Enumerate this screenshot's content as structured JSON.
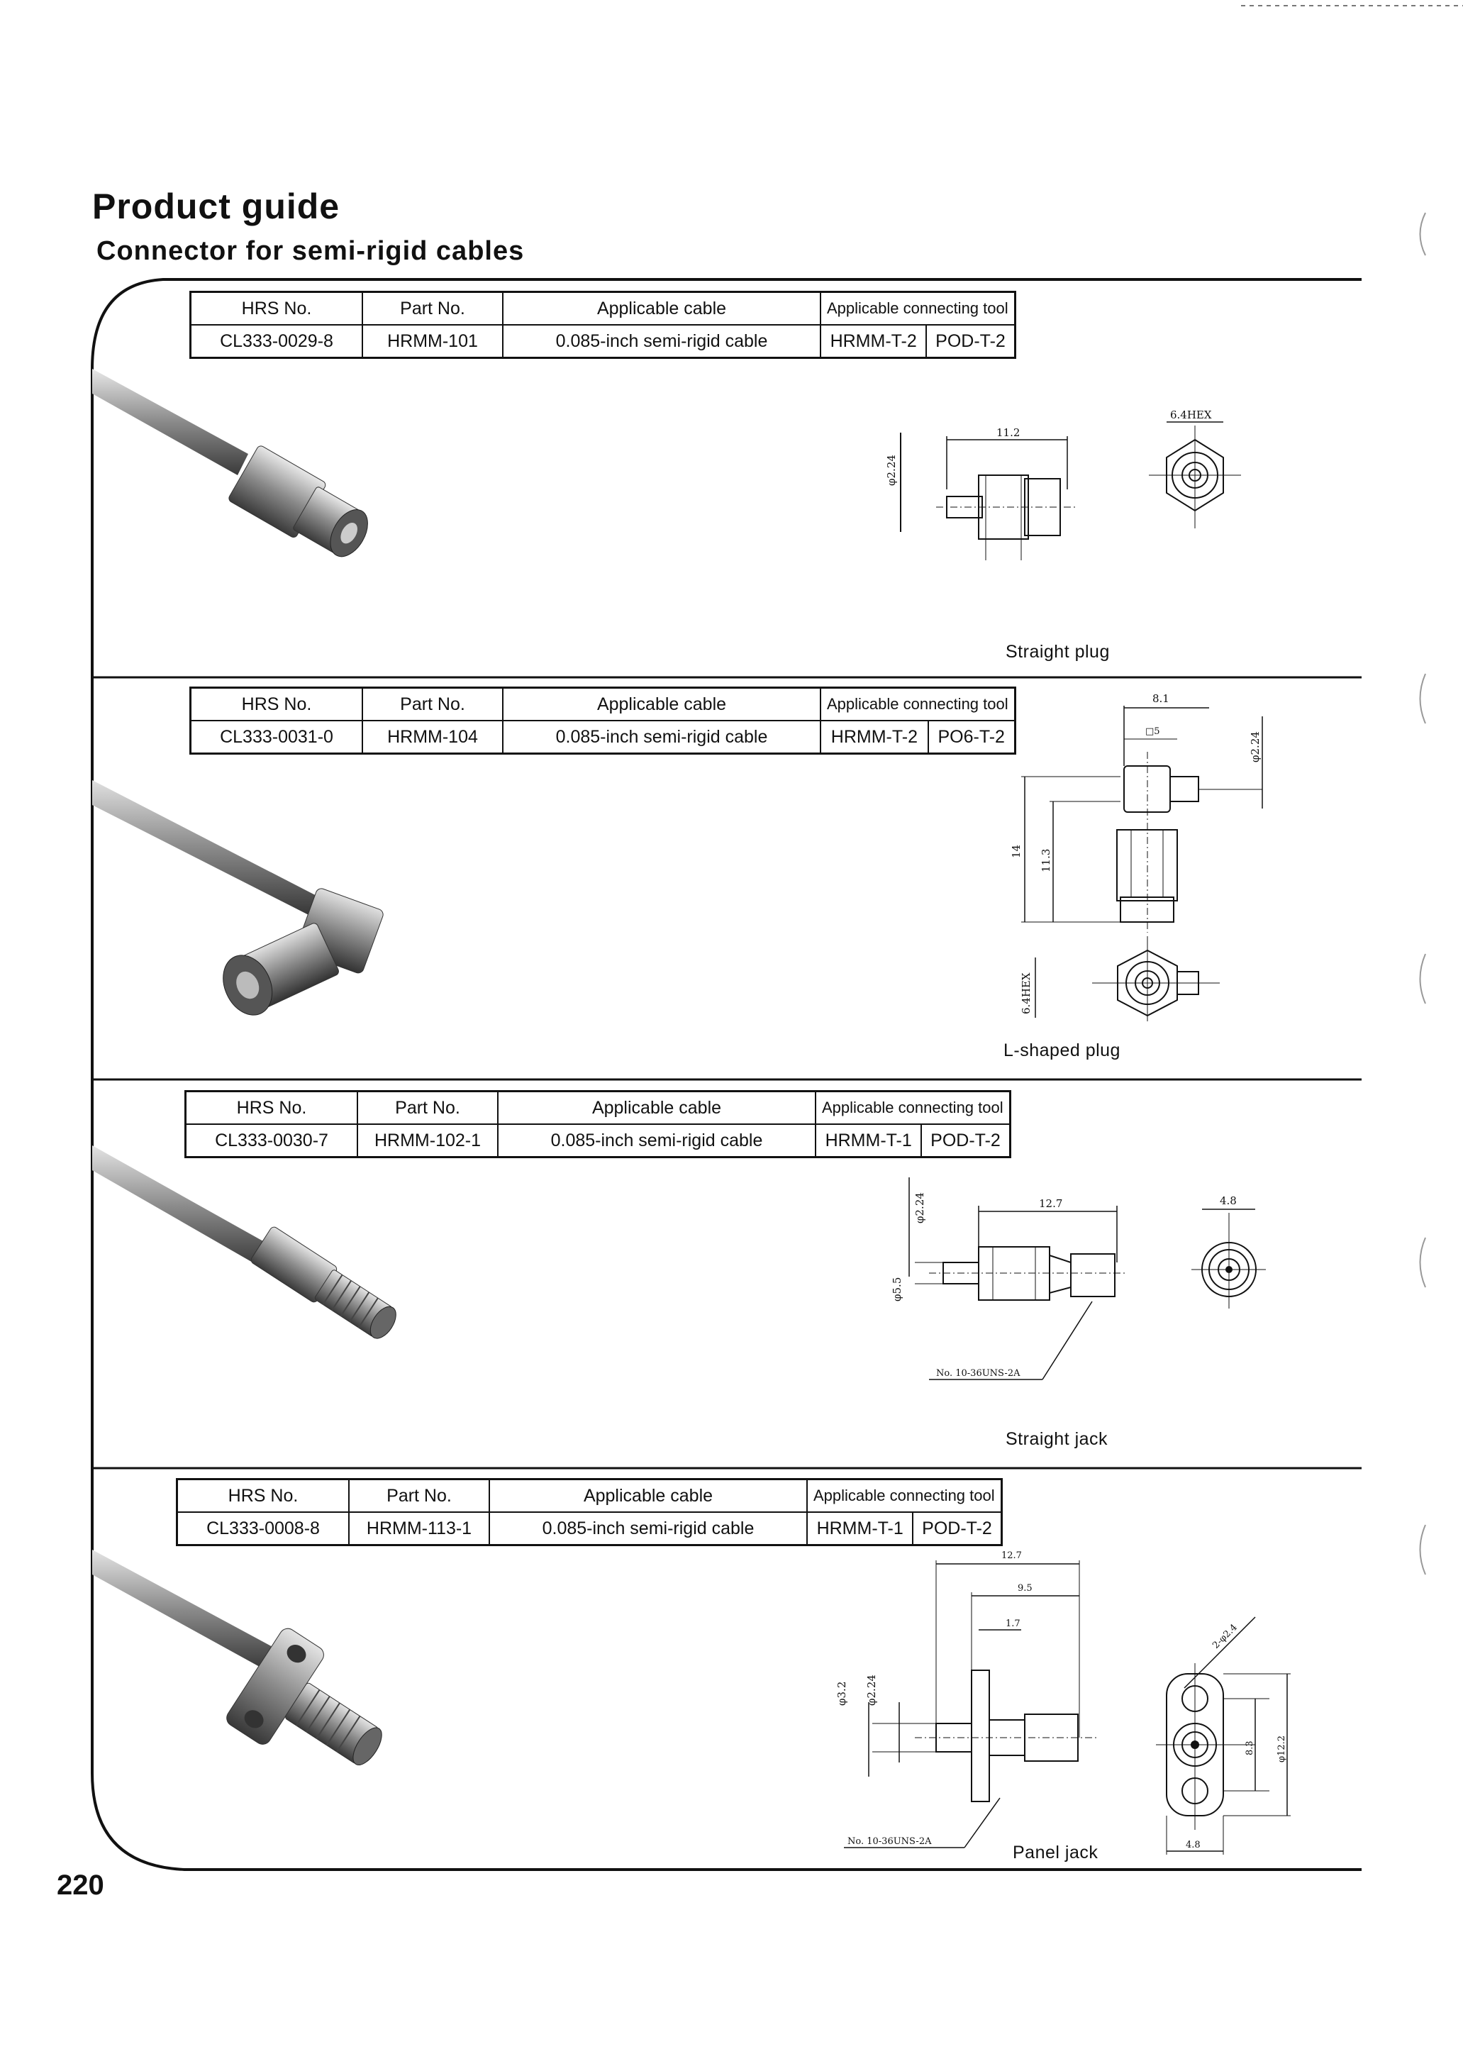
{
  "page_title": "Product guide",
  "page_subtitle": "Connector for semi-rigid cables",
  "page_number": "220",
  "table_headers": {
    "hrs_no": "HRS No.",
    "part_no": "Part No.",
    "cable": "Applicable cable",
    "tool": "Applicable connecting tool"
  },
  "products": [
    {
      "hrs_no": "CL333-0029-8",
      "part_no": "HRMM-101",
      "cable": "0.085-inch semi-rigid cable",
      "tool_1": "HRMM-T-2",
      "tool_2": "POD-T-2",
      "caption": "Straight plug",
      "dims": {
        "length": "11.2",
        "diameter": "φ2.24",
        "hex": "6.4HEX"
      }
    },
    {
      "hrs_no": "CL333-0031-0",
      "part_no": "HRMM-104",
      "cable": "0.085-inch semi-rigid cable",
      "tool_1": "HRMM-T-2",
      "tool_2": "PO6-T-2",
      "caption": "L-shaped plug",
      "dims": {
        "width": "8.1",
        "square": "□5",
        "diameter": "φ2.24",
        "height": "14",
        "inner_height": "11.3",
        "hex": "6.4HEX"
      }
    },
    {
      "hrs_no": "CL333-0030-7",
      "part_no": "HRMM-102-1",
      "cable": "0.085-inch semi-rigid cable",
      "tool_1": "HRMM-T-1",
      "tool_2": "POD-T-2",
      "caption": "Straight jack",
      "dims": {
        "length": "12.7",
        "diameter": "φ2.24",
        "body_diameter": "φ5.5",
        "face": "4.8",
        "thread": "No. 10-36UNS-2A"
      }
    },
    {
      "hrs_no": "CL333-0008-8",
      "part_no": "HRMM-113-1",
      "cable": "0.085-inch semi-rigid cable",
      "tool_1": "HRMM-T-1",
      "tool_2": "POD-T-2",
      "caption": "Panel jack",
      "dims": {
        "length": "12.7",
        "mid_length": "9.5",
        "flange": "1.7",
        "body_diameter": "φ3.2",
        "diameter": "φ2.24",
        "holes": "2-φ2.4",
        "hole_pitch": "8.3",
        "flange_height": "φ12.2",
        "flange_width": "4.8",
        "thread": "No. 10-36UNS-2A"
      }
    }
  ],
  "colors": {
    "ink": "#111111",
    "paper": "#ffffff",
    "photo_metal": "#9a9a9a"
  }
}
